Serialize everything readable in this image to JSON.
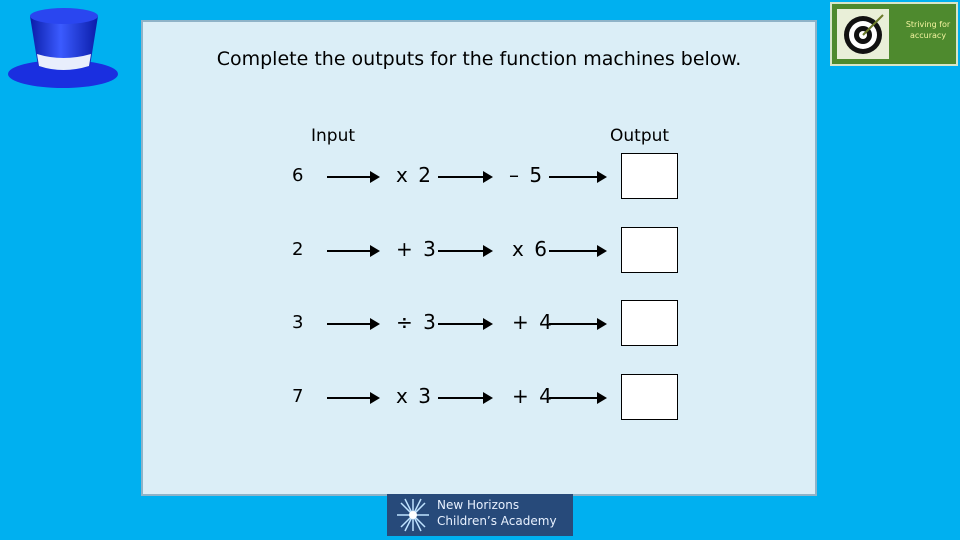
{
  "slide": {
    "title": "Complete the outputs for the function machines below.",
    "input_label": "Input",
    "output_label": "Output",
    "rows": [
      {
        "input": "6",
        "op1": "x 2",
        "op2": "– 5"
      },
      {
        "input": "2",
        "op1": "+ 3",
        "op2": "x 6"
      },
      {
        "input": "3",
        "op1": "÷ 3",
        "op2": "+ 4"
      },
      {
        "input": "7",
        "op1": "x 3",
        "op2": "+ 4"
      }
    ]
  },
  "badge": {
    "line1": "Striving for",
    "line2": "accuracy",
    "icon": "target-icon"
  },
  "logo": {
    "line1": "New Horizons",
    "line2": "Children’s Academy",
    "icon": "starburst-icon"
  },
  "decor": {
    "icon": "top-hat-icon"
  },
  "colors": {
    "background": "#00b0f0",
    "panel": "#dbeef7",
    "badge": "#4e8a2e",
    "logo": "#274a7a",
    "hat": "#1a2fe0"
  }
}
